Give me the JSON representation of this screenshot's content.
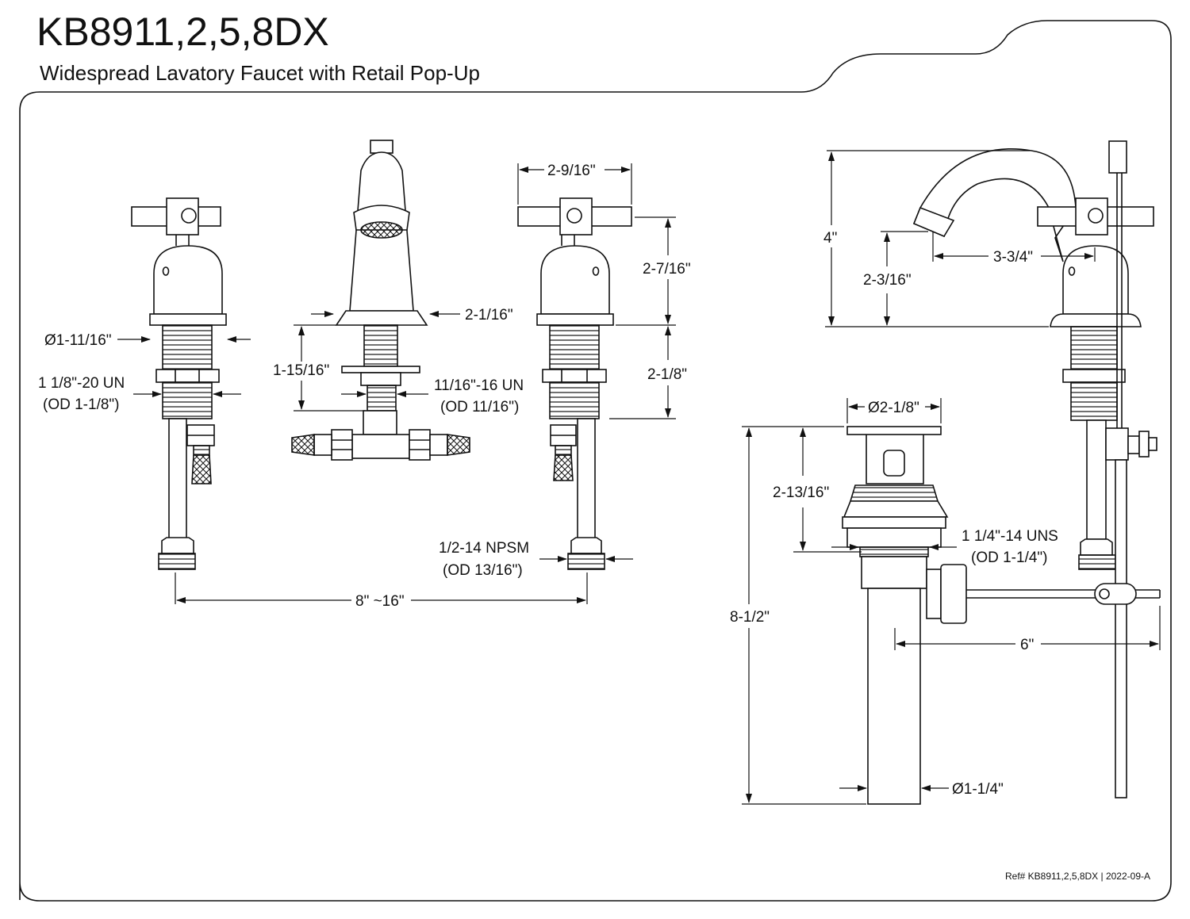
{
  "header": {
    "model": "KB8911,2,5,8DX",
    "description": "Widespread Lavatory Faucet with Retail Pop-Up"
  },
  "dimensions": {
    "handle_diameter": "Ø1-11/16\"",
    "handle_thread": "1 1/8\"-20 UN",
    "handle_thread_od": "(OD 1-1/8\")",
    "spout_base_width": "2-1/16\"",
    "spout_shank_length": "1-15/16\"",
    "spout_thread": "11/16\"-16 UN",
    "spout_thread_od": "(OD 11/16\")",
    "handle_width": "2-9/16\"",
    "handle_height": "2-7/16\"",
    "handle_shank_length": "2-1/8\"",
    "supply_thread": "1/2-14 NPSM",
    "supply_thread_od": "(OD 13/16\")",
    "spread": "8\" ~16\"",
    "spout_height": "4\"",
    "spout_reach": "3-3/4\"",
    "aerator_height": "2-3/16\"",
    "drain_flange_diameter": "Ø2-1/8\"",
    "drain_body_length": "2-13/16\"",
    "drain_thread": "1 1/4\"-14 UNS",
    "drain_thread_od": "(OD 1-1/4\")",
    "drain_total_length": "8-1/2\"",
    "pivot_rod_length": "6\"",
    "tailpiece_diameter": "Ø1-1/4\""
  },
  "footer": {
    "reference": "Ref# KB8911,2,5,8DX | 2022-09-A"
  },
  "colors": {
    "line": "#111111",
    "background": "#ffffff"
  }
}
